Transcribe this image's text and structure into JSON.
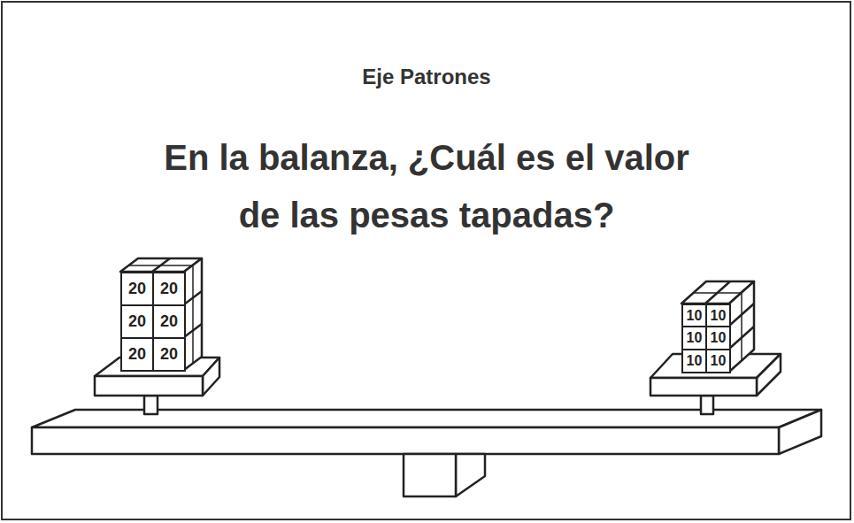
{
  "diagram": {
    "title": "En la balanza, ¿Cuál es el valor de las pesas tapadas?",
    "nodes": [
      {
        "text": [
          "20"
        ]
      },
      {
        "text": [
          "20"
        ]
      },
      {
        "text": [
          "20"
        ]
      },
      {
        "text": [
          "20"
        ]
      },
      {
        "text": [
          "20"
        ]
      },
      {
        "text": [
          "20"
        ]
      },
      {
        "text": [
          "10"
        ]
      },
      {
        "text": [
          "10"
        ]
      },
      {
        "text": [
          "10"
        ]
      },
      {
        "text": [
          "10"
        ]
      },
      {
        "text": [
          "10"
        ]
      },
      {
        "text": [
          "10"
        ]
      }
    ],
    "labels": [
      "Eje Patrones"
    ]
  }
}
